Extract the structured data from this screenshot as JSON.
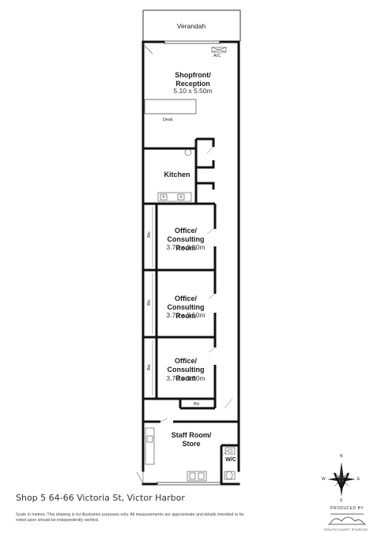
{
  "rooms": {
    "verandah": {
      "title": "Verandah"
    },
    "shopfront": {
      "title": "Shopfront/ Reception",
      "dim": "5.10 x 5.50m",
      "desk": "Desk",
      "ac": "A/C"
    },
    "kitchen": {
      "title": "Kitchen"
    },
    "office1": {
      "title": "Office/ Consulting Room",
      "dim": "3.70 x 3.50m",
      "bic": "Bic"
    },
    "office2": {
      "title": "Office/ Consulting Room",
      "dim": "3.70 x 3.50m",
      "bic": "Bic"
    },
    "office3": {
      "title": "Office/ Consulting Room",
      "dim": "3.70 x 3.30m",
      "bic": "Bic"
    },
    "hall": {
      "bic": "Bic"
    },
    "staff": {
      "title": "Staff Room/ Store"
    },
    "wc": {
      "title": "W/C"
    }
  },
  "footer": {
    "title": "Shop 5 64-66 Victoria St, Victor Harbor",
    "disclaimer": "Scale in metres. This drawing is for illustration purposes only. All measurements are approximate and details intended to be relied upon should be independently verified.",
    "produced_by": "PRODUCED BY",
    "studio": "SOUTH COAST STUDIOS"
  },
  "compass": {
    "north": "N",
    "east": "E",
    "south": "S",
    "west": "W",
    "icon": "compass-rose-icon"
  },
  "colors": {
    "wall": "#111111",
    "line": "#555555",
    "text": "#222222"
  }
}
